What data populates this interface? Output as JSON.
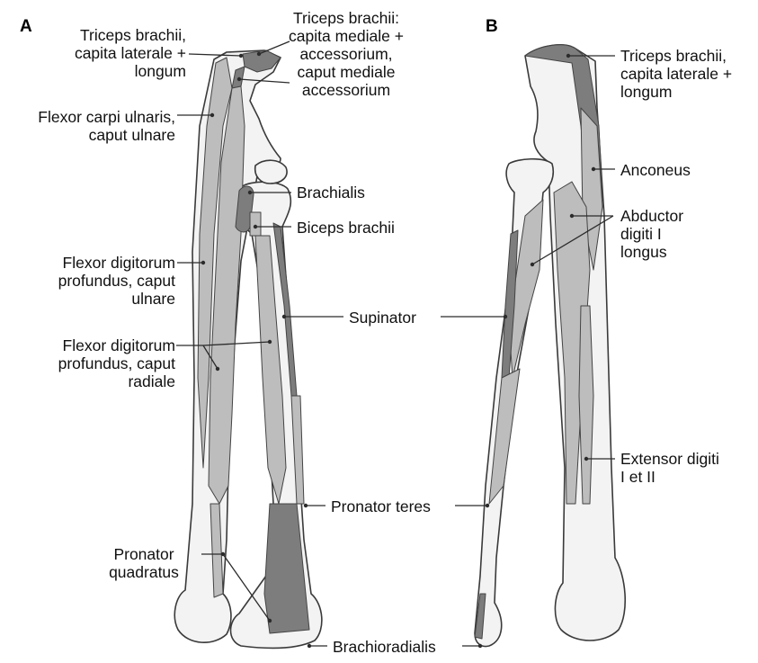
{
  "panels": {
    "a": "A",
    "b": "B"
  },
  "colors": {
    "bone": "#f3f3f3",
    "muscle_light": "#bdbdbd",
    "muscle_dark": "#7d7d7d",
    "outline": "#3a3a3a"
  },
  "labels": {
    "a_triceps_lat": [
      "Triceps brachii,",
      "capita laterale +",
      "longum"
    ],
    "a_triceps_med": [
      "Triceps brachii:",
      "capita mediale +",
      "accessorium,",
      "caput mediale",
      "accessorium"
    ],
    "a_fcu": [
      "Flexor carpi ulnaris,",
      "caput ulnare"
    ],
    "a_brachialis": [
      "Brachialis"
    ],
    "a_biceps": [
      "Biceps brachii"
    ],
    "a_fdp_ulnare": [
      "Flexor digitorum",
      "profundus, caput",
      "ulnare"
    ],
    "a_fdp_radiale": [
      "Flexor digitorum",
      "profundus, caput",
      "radiale"
    ],
    "supinator": [
      "Supinator"
    ],
    "pronator_teres": [
      "Pronator teres"
    ],
    "a_pronator_quad": [
      "Pronator",
      "quadratus"
    ],
    "brachioradialis": [
      "Brachioradialis"
    ],
    "b_triceps_lat": [
      "Triceps brachii,",
      "capita laterale +",
      "longum"
    ],
    "b_anconeus": [
      "Anconeus"
    ],
    "b_abductor": [
      "Abductor",
      "digiti I",
      "longus"
    ],
    "b_extensor": [
      "Extensor digiti",
      "I et II"
    ]
  }
}
